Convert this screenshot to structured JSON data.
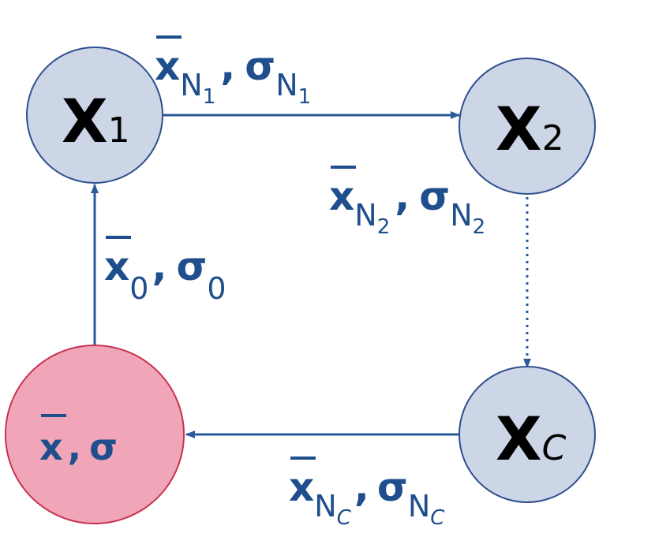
{
  "colors": {
    "node_fill": "#cdd6e6",
    "node_stroke": "#2e4f8e",
    "result_fill": "#f0a6b8",
    "result_stroke": "#c8334f",
    "edge": "#2a5a9a",
    "label": "#1f4e8c",
    "node_text": "#000000"
  },
  "nodes": {
    "x1": {
      "main": "X",
      "sub": "1"
    },
    "x2": {
      "main": "X",
      "sub": "2"
    },
    "xc": {
      "main": "X",
      "sub": "C"
    },
    "result": {
      "xbar": "x",
      "sep": ",",
      "sigma": "σ"
    }
  },
  "edges": {
    "x1_to_x2": {
      "xbar": "x",
      "xbar_sub": "N",
      "xbar_subsub": "1",
      "sep": ",",
      "sigma": "σ",
      "sigma_sub": "N",
      "sigma_subsub": "1",
      "style": "solid"
    },
    "x2_to_xc": {
      "xbar": "x",
      "xbar_sub": "N",
      "xbar_subsub": "2",
      "sep": ",",
      "sigma": "σ",
      "sigma_sub": "N",
      "sigma_subsub": "2",
      "style": "dotted"
    },
    "xc_to_result": {
      "xbar": "x",
      "xbar_sub": "N",
      "xbar_subsub": "C",
      "sep": ",",
      "sigma": "σ",
      "sigma_sub": "N",
      "sigma_subsub": "C",
      "style": "solid"
    },
    "result_to_x1": {
      "xbar": "x",
      "xbar_sub": "0",
      "sep": ",",
      "sigma": "σ",
      "sigma_sub": "0",
      "style": "solid"
    }
  }
}
